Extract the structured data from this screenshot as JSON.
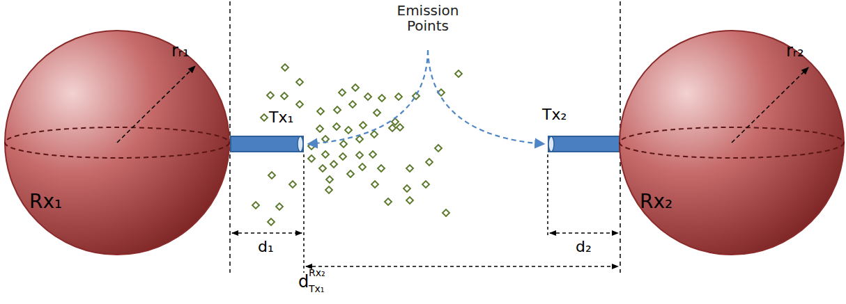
{
  "diagram": {
    "nodes": [
      {
        "text": [
          "Rx₁"
        ]
      },
      {
        "text": [
          "Tx₁"
        ]
      },
      {
        "text": [
          "Tx₂"
        ]
      },
      {
        "text": [
          "Rx₂"
        ]
      }
    ],
    "labels": [
      "Emission Points",
      "rᵣ₁",
      "rᵣ₂",
      "d₁",
      "d₂",
      "d",
      "Rx₂",
      "Tx₁"
    ]
  }
}
